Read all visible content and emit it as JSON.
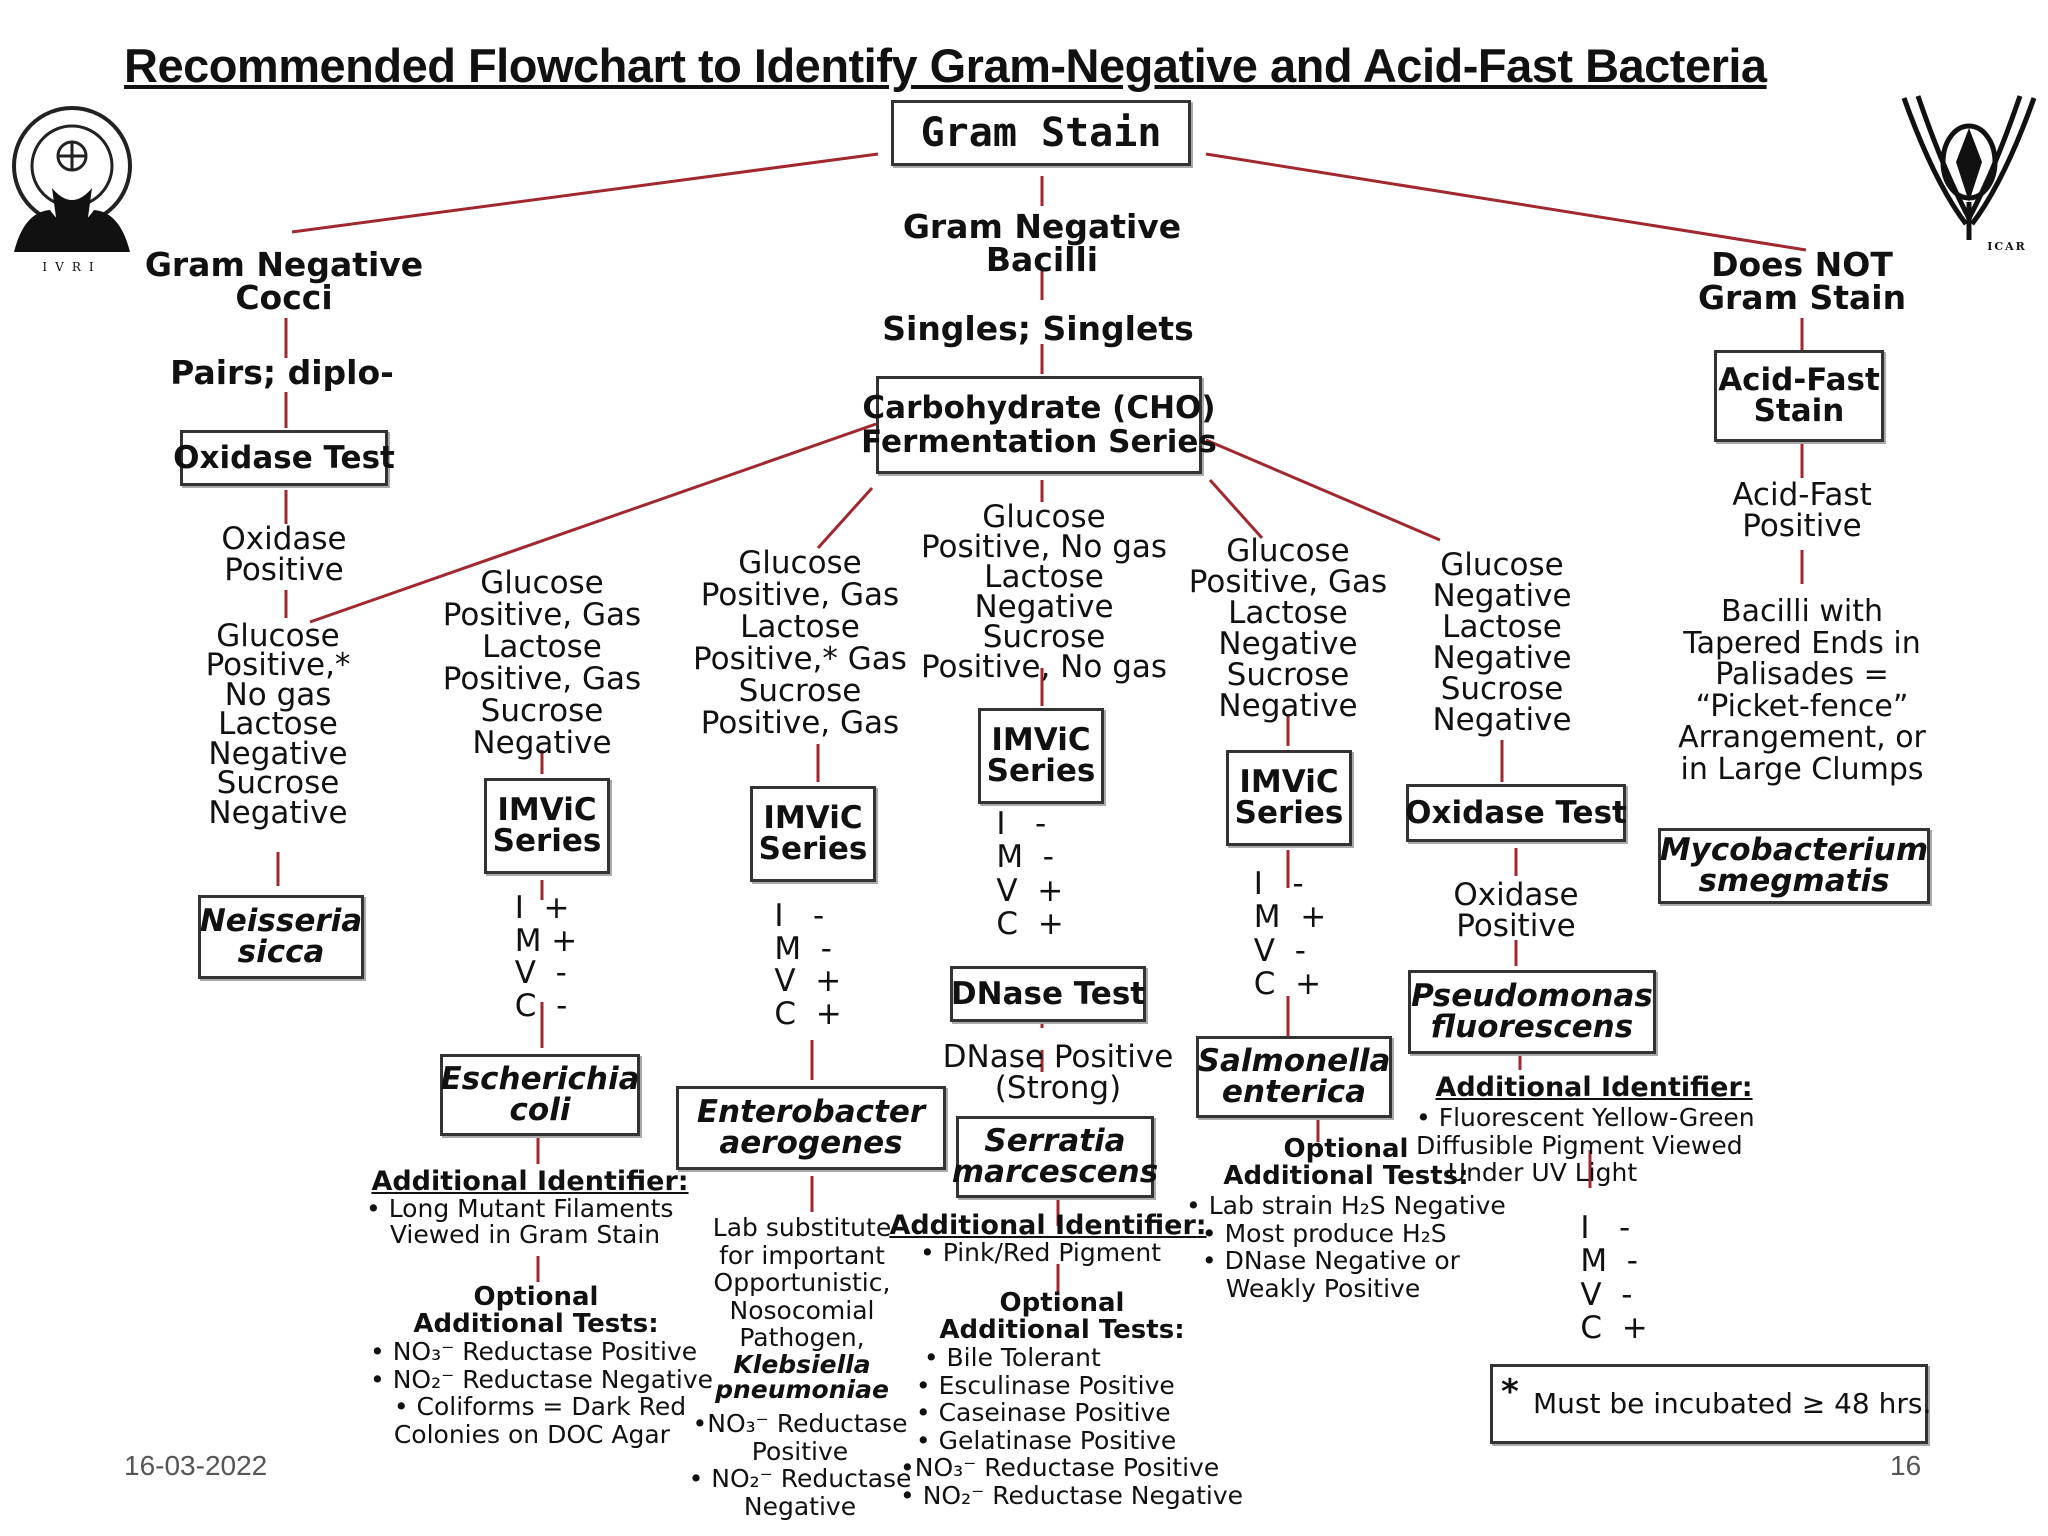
{
  "title": "Recommended Flowchart to Identify Gram-Negative and Acid-Fast Bacteria",
  "footer": {
    "date": "16-03-2022",
    "page": "16"
  },
  "logos": {
    "left": "IVRI",
    "right": "ICAR"
  },
  "root": "Gram Stain",
  "col1": {
    "branch": "Gram Negative\nCocci",
    "shape": "Pairs; diplo-",
    "test": "Oxidase Test",
    "result": "Oxidase\nPositive",
    "ferment": "Glucose\nPositive,*\nNo gas\nLactose\nNegative\nSucrose\nNegative",
    "organism": "Neisseria\nsicca"
  },
  "center": {
    "branch": "Gram Negative\nBacilli",
    "shape": "Singles; Singlets",
    "test": "Carbohydrate (CHO)\nFermentation Series"
  },
  "col2": {
    "ferment": "Glucose\nPositive, Gas\nLactose\nPositive, Gas\nSucrose\nNegative",
    "imvic_label": "IMViC\nSeries",
    "imvic": "I  +\nM +\nV  -\nC  -",
    "organism": "Escherichia\ncoli",
    "add_heading": "Additional Identifier:",
    "add_list": "• Long Mutant Filaments\n   Viewed in Gram Stain",
    "opt_heading": "Optional\nAdditional Tests:",
    "opt_list": "• NO₃⁻ Reductase Positive\n• NO₂⁻ Reductase Negative\n   • Coliforms = Dark Red\n   Colonies on DOC Agar"
  },
  "col3": {
    "ferment": "Glucose\nPositive, Gas\nLactose\nPositive,* Gas\nSucrose\nPositive, Gas",
    "imvic_label": "IMViC\nSeries",
    "imvic": "I   -\nM  -\nV  +\nC  +",
    "organism": "Enterobacter\naerogenes",
    "note_a": "Lab substitute\nfor important\nOpportunistic,\nNosocomial\nPathogen,",
    "note_b": "Klebsiella\npneumoniae",
    "note_c": "•NO₃⁻ Reductase\nPositive\n• NO₂⁻ Reductase\nNegative"
  },
  "col4": {
    "ferment": "Glucose\nPositive, No gas\nLactose\nNegative\nSucrose\nPositive, No gas",
    "imvic_label": "IMViC\nSeries",
    "imvic": "I   -\nM  -\nV  +\nC  +",
    "test": "DNase Test",
    "result": "DNase Positive\n(Strong)",
    "organism": "Serratia\nmarcescens",
    "add_heading": "Additional Identifier:",
    "add_list": "• Pink/Red Pigment",
    "opt_heading": "Optional\nAdditional Tests:",
    "opt_list": "   • Bile Tolerant\n  • Esculinase Positive\n  • Caseinase Positive\n  • Gelatinase Positive\n•NO₃⁻ Reductase Positive\n• NO₂⁻ Reductase Negative"
  },
  "col5": {
    "ferment": "Glucose\nPositive, Gas\nLactose\nNegative\nSucrose\nNegative",
    "imvic_label": "IMViC\nSeries",
    "imvic": "I   -\nM  +\nV  -\nC  +",
    "organism": "Salmonella\nenterica",
    "opt_heading": "Optional\nAdditional Tests:",
    "opt_list": "• Lab strain H₂S Negative\n  • Most produce H₂S\n  • DNase Negative or\n     Weakly Positive"
  },
  "col6": {
    "ferment": "Glucose\nNegative\nLactose\nNegative\nSucrose\nNegative",
    "test": "Oxidase Test",
    "result": "Oxidase\nPositive",
    "organism": "Pseudomonas\nfluorescens",
    "add_heading": "Additional Identifier:",
    "add_list": "• Fluorescent Yellow-Green\nDiffusible Pigment Viewed\n    Under UV Light",
    "imvic": "I   -\nM  -\nV  -\nC  +"
  },
  "col7": {
    "branch": "Does NOT\nGram Stain",
    "test": "Acid-Fast\nStain",
    "result": "Acid-Fast\nPositive",
    "description": "Bacilli with\nTapered Ends in\nPalisades =\n“Picket-fence”\nArrangement, or\nin Large Clumps",
    "organism": "Mycobacterium\nsmegmatis"
  },
  "note": {
    "star": "*",
    "text": "Must be incubated ≥ 48 hrs."
  },
  "colors": {
    "connector": "#a0282e",
    "box_border": "#333333"
  }
}
